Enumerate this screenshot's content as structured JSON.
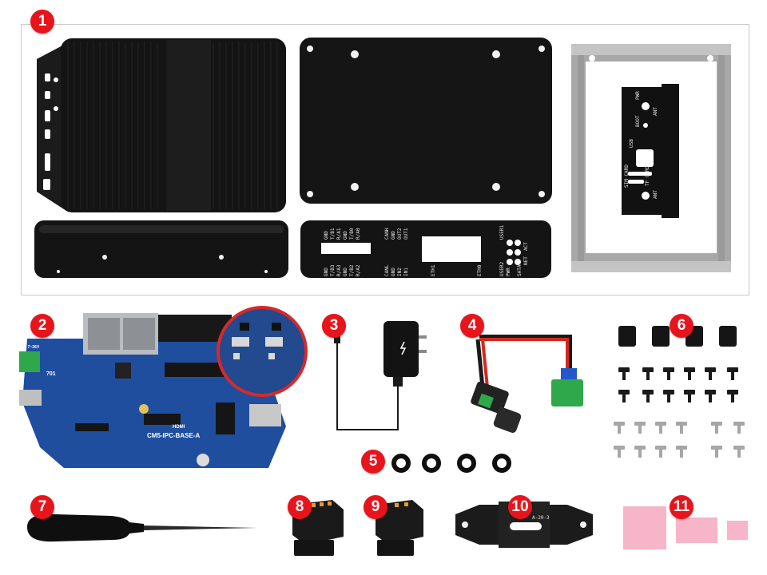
{
  "badges": [
    "1",
    "2",
    "3",
    "4",
    "5",
    "6",
    "7",
    "8",
    "9",
    "10",
    "11"
  ],
  "panel_labels": {
    "top_panel_left": [
      "GND",
      "T/B1",
      "R/A1",
      "GND",
      "T/B0",
      "R/A0"
    ],
    "top_panel_mid": [
      "CANH",
      "GND",
      "OUT2",
      "OUT1"
    ],
    "top_panel_led": [
      "USER1",
      "ACT",
      "NET"
    ],
    "bottom_panel_left": [
      "GND",
      "T/B3",
      "R/A3",
      "GND",
      "T/B2",
      "R/A2"
    ],
    "bottom_panel_mid": [
      "CANL",
      "GND",
      "IN2",
      "IN1"
    ],
    "bottom_panel_led": [
      "USER2",
      "PWR",
      "SATA"
    ],
    "eth1": "ETH1",
    "eth0": "ETH0"
  },
  "side_plate_labels": {
    "pwr": "PWR",
    "ant_top": "ANT",
    "boot": "BOOT",
    "usb": "USB",
    "sim_card": "SIM CARD",
    "tf_card": "TF CARD",
    "ant_bottom": "ANT"
  },
  "board": {
    "name": "CM5-IPC-BASE-A",
    "hdmi": "HDMI",
    "power_label": "DC 7~36V",
    "chip_701": "701"
  },
  "bracket_label": "A-20-3",
  "colors": {
    "badge": "#e8141b",
    "pcb": "#1f4e9e",
    "enclosure": "#161616",
    "terminal_green": "#2ea84a",
    "thermal_pad": "#f6b5c8"
  }
}
